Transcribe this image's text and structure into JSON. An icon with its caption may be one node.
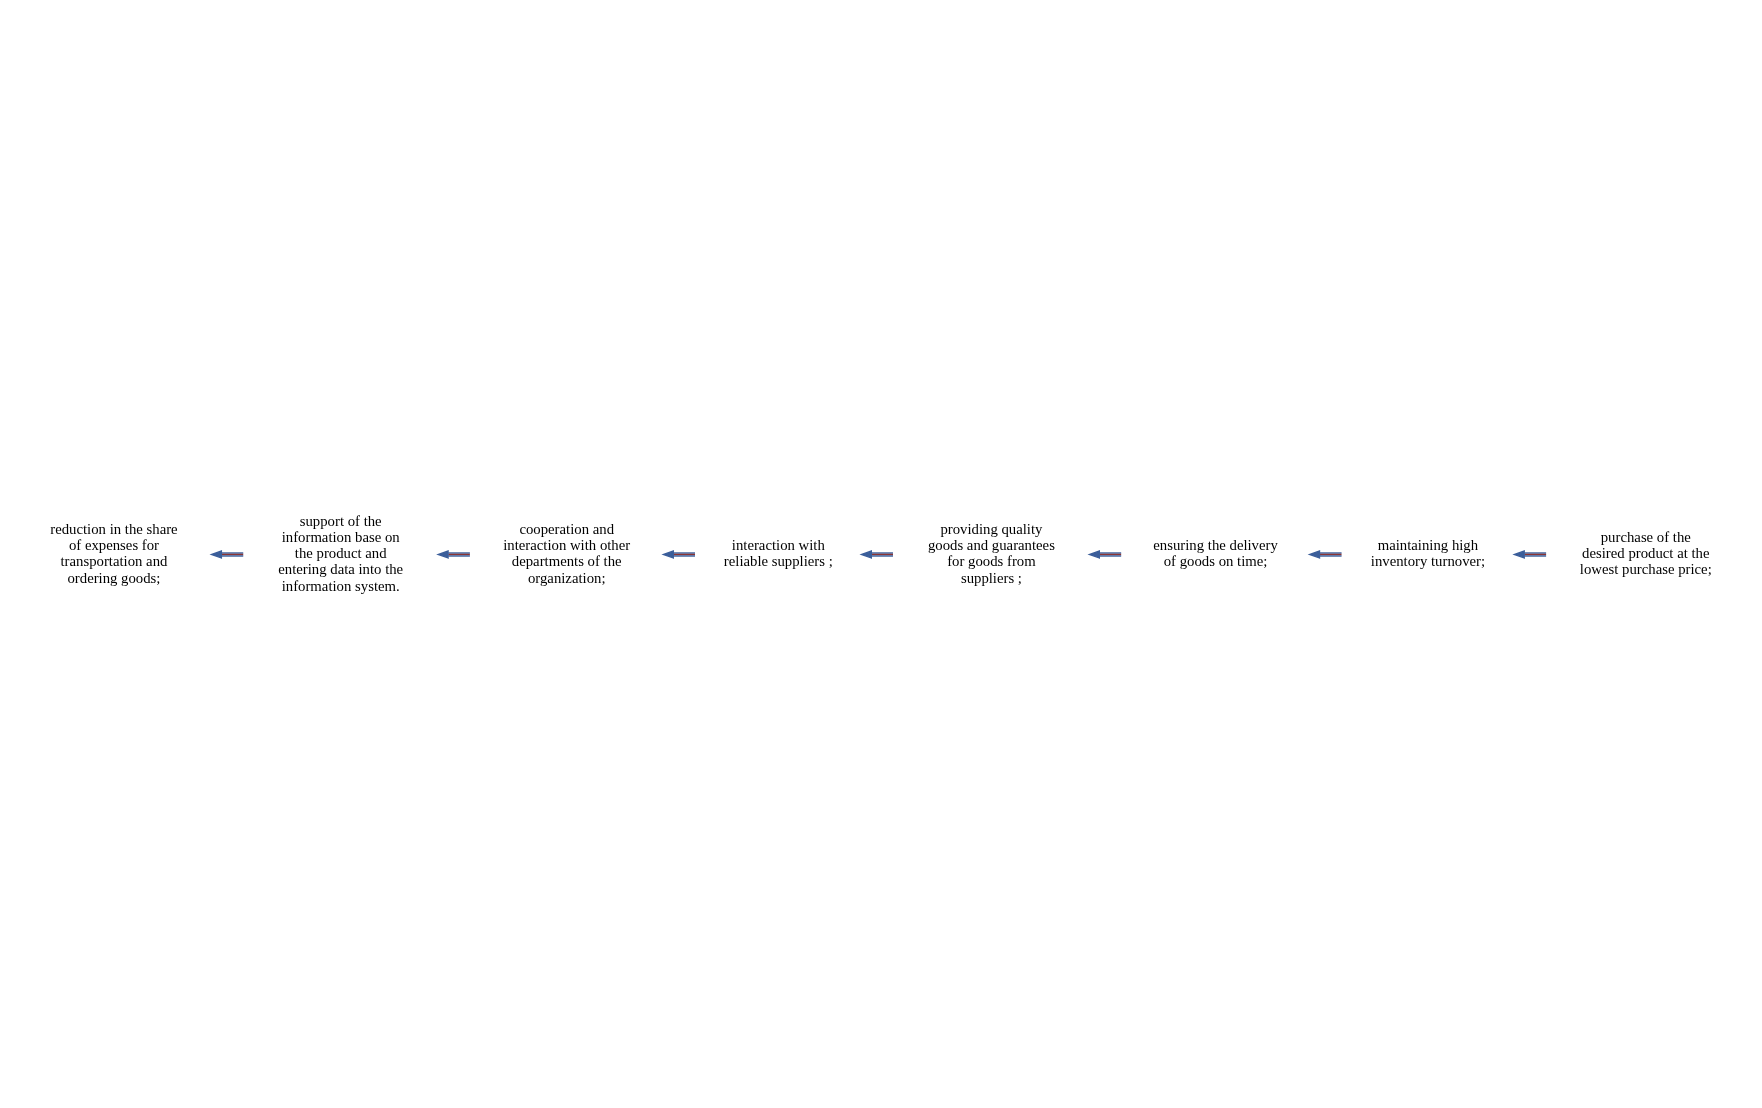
{
  "diagram": {
    "nodes": [
      {
        "text": [
          "reduction in the share of expenses for transportation and ordering goods;"
        ]
      },
      {
        "text": [
          "purchase of the desired product at the lowest purchase price;"
        ]
      },
      {
        "text": [
          "maintaining high inventory turnover;"
        ]
      },
      {
        "text": [
          "support of the information base on the product and entering data into the information system."
        ]
      },
      {
        "text": [
          "ensuring the delivery of goods on time;"
        ]
      },
      {
        "text": [
          "cooperation and interaction with other departments of the organization;"
        ]
      },
      {
        "text": [
          "providing quality goods and guarantees for goods from suppliers ;"
        ]
      },
      {
        "text": [
          "interaction with reliable suppliers ;"
        ]
      }
    ],
    "edges": [
      {
        "from": 1,
        "to": 2,
        "arrow": "to"
      },
      {
        "from": 2,
        "to": 4,
        "arrow": "to"
      },
      {
        "from": 4,
        "to": 6,
        "arrow": "to"
      },
      {
        "from": 6,
        "to": 7,
        "arrow": "to"
      },
      {
        "from": 7,
        "to": 5,
        "arrow": "to"
      },
      {
        "from": 5,
        "to": 3,
        "arrow": "to"
      },
      {
        "from": 3,
        "to": 0,
        "arrow": "to"
      }
    ]
  }
}
